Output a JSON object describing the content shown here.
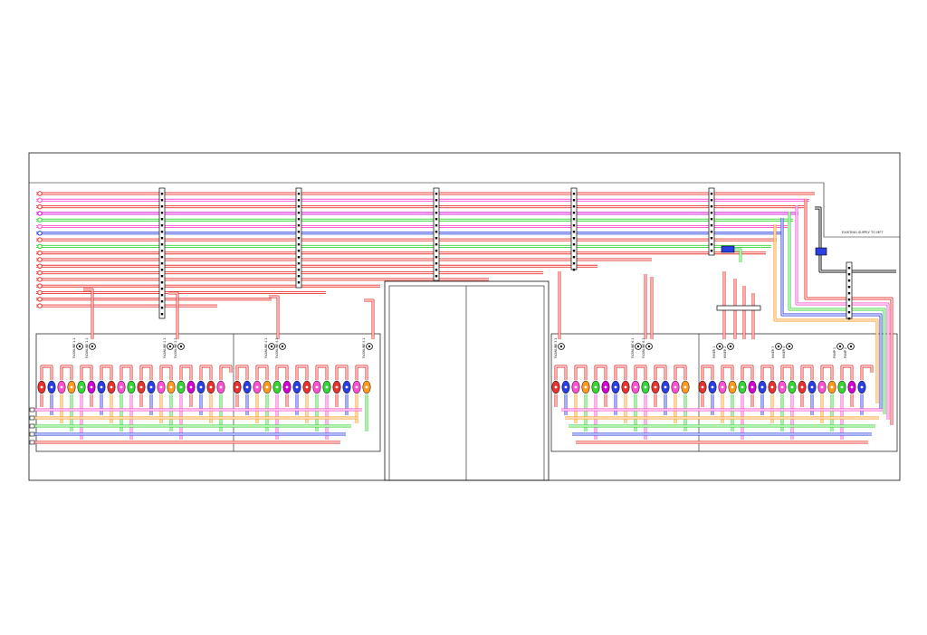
{
  "drawing": {
    "supply_note": "EXISTING SUPPLY TO MFT",
    "palette": {
      "red": "#e8322e",
      "pink": "#ff4fd2",
      "green": "#33d633",
      "blue": "#2b3fe6",
      "orange": "#ff9a1f",
      "magenta": "#d400d4",
      "black": "#000000",
      "frame": "#111111"
    },
    "header_lines_left": [
      "red",
      "pink",
      "red",
      "magenta",
      "green",
      "pink",
      "blue",
      "red",
      "green",
      "red",
      "red",
      "red",
      "red",
      "red",
      "red",
      "red",
      "red",
      "red"
    ],
    "manifold_colors": [
      "red",
      "blue",
      "pink",
      "orange",
      "green",
      "magenta",
      "blue",
      "red",
      "pink",
      "green"
    ],
    "groups_left": [
      {
        "labels": [
          "FLOWLINE 1.1",
          "FLOWLINE 1.2"
        ]
      },
      {
        "labels": [
          "FLOWLINE 2.1",
          "FLOWLINE 2.2"
        ]
      },
      {
        "labels": [
          "FLOWLINE 4.1",
          "FLOWLINE 4.2"
        ]
      },
      {
        "labels": [
          "FLOWLINE 5.1"
        ]
      }
    ],
    "groups_right": [
      {
        "labels": [
          "FLOWLINE 3.1"
        ]
      },
      {
        "labels": [
          "FLOWLINE 6.1",
          "FLOWLINE 6.2"
        ]
      },
      {
        "labels": [
          "MIXER 1",
          "MIXER 2"
        ]
      },
      {
        "labels": [
          "MIXER 3",
          "MIXER 4"
        ]
      },
      {
        "labels": [
          "PUMP 1",
          "PUMP 2"
        ]
      }
    ]
  }
}
